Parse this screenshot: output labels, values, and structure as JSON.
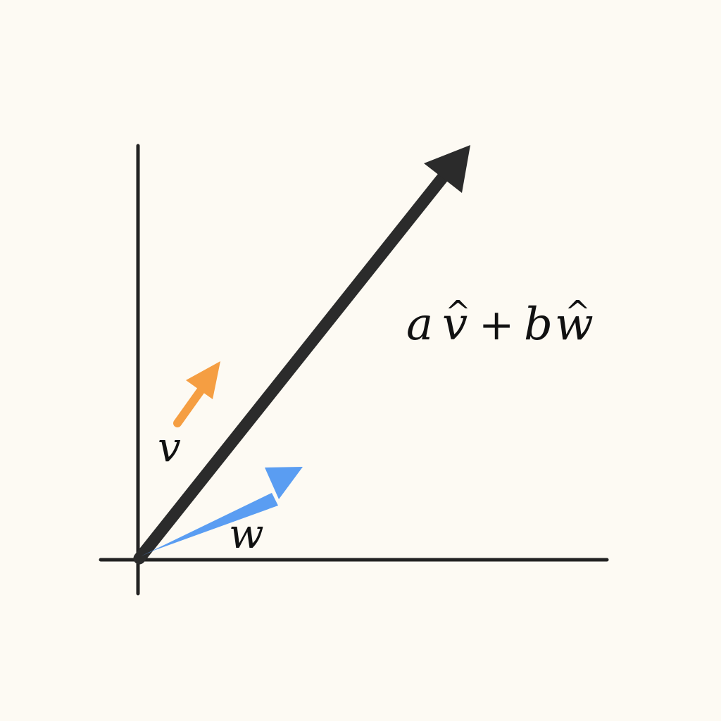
{
  "colors": {
    "background": "#fdfaf3",
    "axes": "#222222",
    "result_vector": "#2b2b2b",
    "v_vector": "#f59e42",
    "w_vector": "#5a9df2",
    "text": "#111111"
  },
  "labels": {
    "v": "v",
    "w": "w",
    "combination": {
      "a": "a",
      "v": "v",
      "plus": "+",
      "b": "b",
      "w": "w",
      "hat": "^"
    }
  },
  "vectors": [
    {
      "name": "v",
      "kind": "basis",
      "color_key": "v_vector"
    },
    {
      "name": "w",
      "kind": "basis",
      "color_key": "w_vector"
    },
    {
      "name": "av+bw",
      "kind": "linear-combination",
      "color_key": "result_vector"
    }
  ]
}
